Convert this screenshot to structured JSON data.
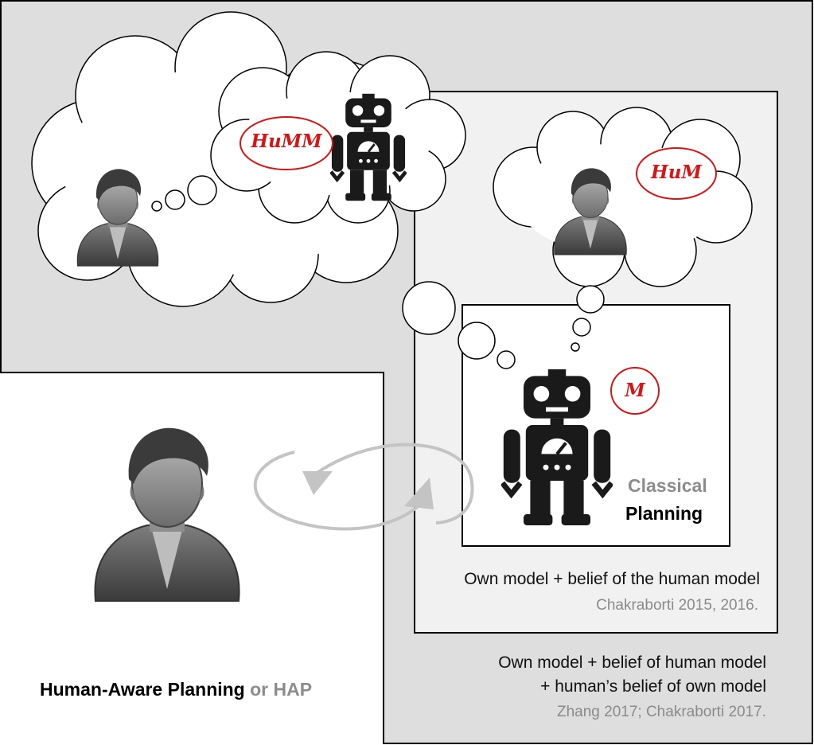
{
  "labels": {
    "classical": "Classical",
    "planning": "Planning",
    "level1_caption": "Own model + belief of the human model",
    "level1_cite": "Chakraborti 2015, 2016.",
    "level2_caption_line1": "Own model + belief of human model",
    "level2_caption_line2": "+ human’s belief of own model",
    "level2_cite": "Zhang 2017; Chakraborti 2017.",
    "hap_bold": "Human-Aware Planning",
    "hap_suffix": " or HAP"
  },
  "models": {
    "humm": "HuMM",
    "hum": "HuM",
    "m": "M"
  },
  "icons": {
    "human": "human-avatar-icon",
    "robot": "robot-icon",
    "cycle": "interaction-cycle-arrows-icon"
  },
  "colors": {
    "outer_panel": "#dedede",
    "middle_panel": "#f1f1f1",
    "model_label_red": "#d81414",
    "citation_gray": "#8a8a8a"
  }
}
